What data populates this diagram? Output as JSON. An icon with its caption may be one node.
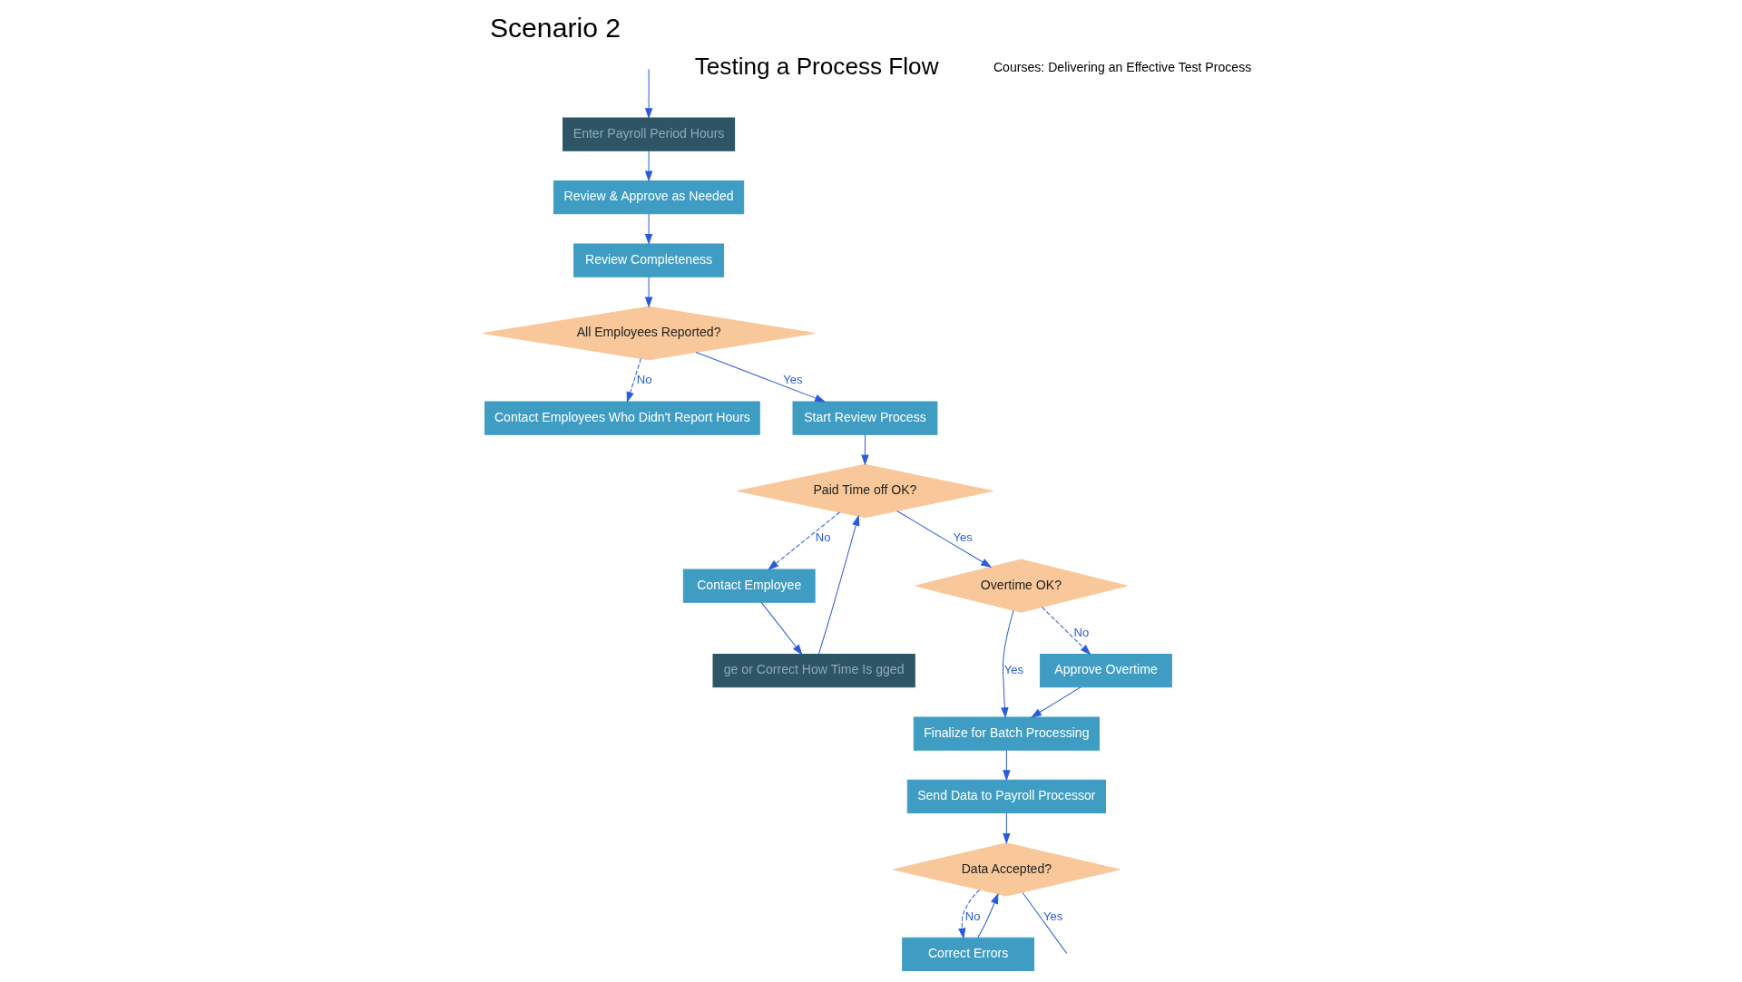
{
  "diagram": {
    "title": "Scenario 2",
    "nodes": [
      {
        "text": [
          "Review Completeness"
        ]
      },
      {
        "text": [
          "All Employees Reported?"
        ]
      },
      {
        "text": [
          "Contact Employees Who Didn't Report Hours"
        ]
      },
      {
        "text": [
          "Start Review Process"
        ]
      },
      {
        "text": [
          "Paid Time off OK?"
        ]
      },
      {
        "text": [
          "Contact Employee"
        ]
      },
      {
        "text": [
          "Overtime OK?"
        ]
      },
      {
        "text": [
          "Finalize for Batch Processing"
        ]
      },
      {
        "text": [
          "Send Data to Payroll Processor"
        ]
      },
      {
        "text": [
          "Data Accepted?"
        ]
      },
      {
        "text": [
          "Correct Errors"
        ]
      },
      {
        "text": [
          "Enter Payroll Period Hours"
        ]
      },
      {
        "text": [
          "Review & Approve as Needed"
        ]
      },
      {
        "text": [
          "ge or Correct How Time Is gged"
        ]
      },
      {
        "text": [
          "Approve Overtime"
        ]
      }
    ],
    "edges": [
      {
        "from": null,
        "to": 11,
        "arrow": "to"
      },
      {
        "from": 11,
        "to": 12,
        "arrow": "to"
      },
      {
        "from": 12,
        "to": 0,
        "arrow": "to"
      },
      {
        "from": 0,
        "to": 1,
        "arrow": "to"
      },
      {
        "from": 1,
        "to": 2,
        "arrow": "to",
        "label": "No",
        "style": "dashed"
      },
      {
        "from": 1,
        "to": 3,
        "arrow": "to",
        "label": "Yes"
      },
      {
        "from": 3,
        "to": 4,
        "arrow": "to"
      },
      {
        "from": 4,
        "to": 6,
        "arrow": "to",
        "label": "Yes"
      },
      {
        "from": 4,
        "to": 5,
        "arrow": "to",
        "label": "No",
        "style": "dashed"
      },
      {
        "from": 5,
        "to": 13,
        "arrow": "to"
      },
      {
        "from": 13,
        "to": 4,
        "arrow": "to"
      },
      {
        "from": 6,
        "to": 14,
        "arrow": "to",
        "label": "No",
        "style": "dashed"
      },
      {
        "from": 6,
        "to": 7,
        "arrow": "to",
        "label": "Yes"
      },
      {
        "from": 14,
        "to": 7,
        "arrow": "to"
      },
      {
        "from": 7,
        "to": 8,
        "arrow": "to"
      },
      {
        "from": 8,
        "to": 9,
        "arrow": "to"
      },
      {
        "from": 9,
        "to": 10,
        "arrow": "to",
        "label": "No",
        "style": "dashed"
      },
      {
        "from": 10,
        "to": 9,
        "arrow": "to"
      },
      {
        "from": 9,
        "to": null,
        "arrow": "none",
        "label": "Yes"
      }
    ],
    "labels": [
      "Testing a Process Flow",
      "Courses: Delivering an Effective Test Process"
    ]
  }
}
